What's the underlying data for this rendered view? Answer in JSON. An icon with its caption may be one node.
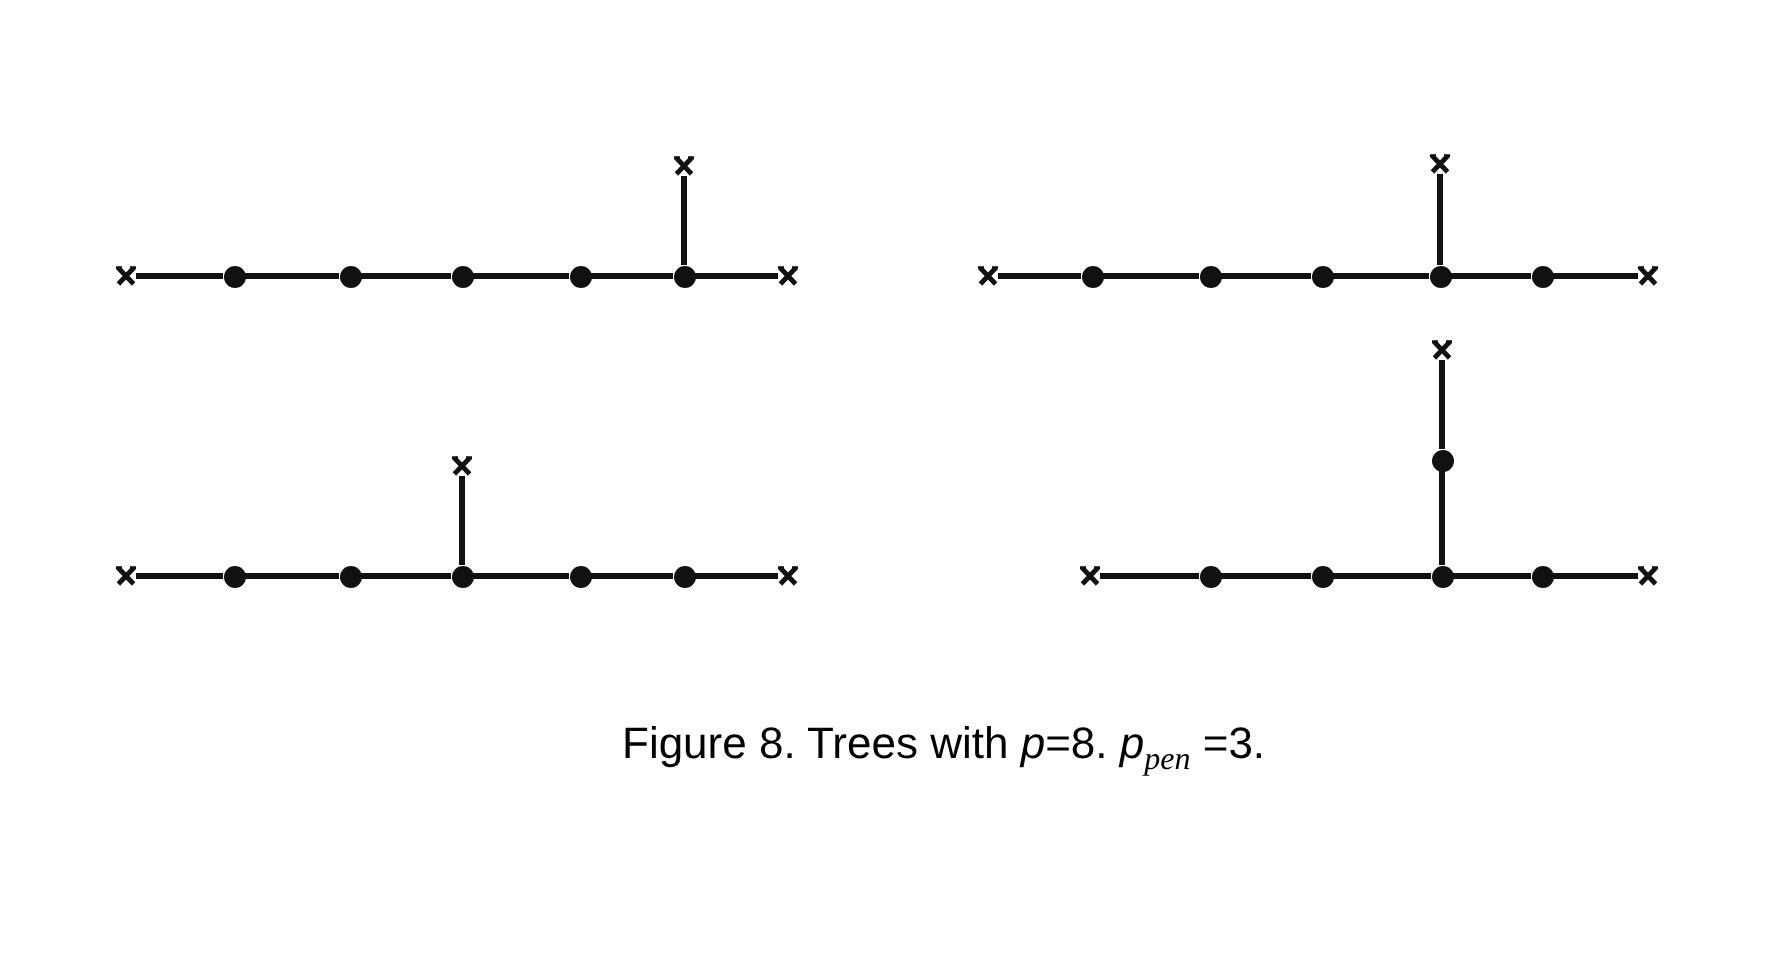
{
  "diagram": {
    "caption": "Figure 8. Trees with *p*=8. *p*$_{pen}$ =3.",
    "nodes": [
      {
        "text": [],
        "shape": "cross"
      },
      {
        "text": [],
        "shape": "circle"
      },
      {
        "text": [],
        "shape": "circle"
      },
      {
        "text": [],
        "shape": "circle"
      },
      {
        "text": [],
        "shape": "circle"
      },
      {
        "text": [],
        "shape": "circle"
      },
      {
        "text": [],
        "shape": "cross"
      },
      {
        "text": [],
        "shape": "cross"
      },
      {
        "text": [],
        "shape": "cross"
      },
      {
        "text": [],
        "shape": "circle"
      },
      {
        "text": [],
        "shape": "circle"
      },
      {
        "text": [],
        "shape": "circle"
      },
      {
        "text": [],
        "shape": "circle"
      },
      {
        "text": [],
        "shape": "circle"
      },
      {
        "text": [],
        "shape": "cross"
      },
      {
        "text": [],
        "shape": "cross"
      },
      {
        "text": [],
        "shape": "cross"
      },
      {
        "text": [],
        "shape": "circle"
      },
      {
        "text": [],
        "shape": "circle"
      },
      {
        "text": [],
        "shape": "circle"
      },
      {
        "text": [],
        "shape": "circle"
      },
      {
        "text": [],
        "shape": "circle"
      },
      {
        "text": [],
        "shape": "cross"
      },
      {
        "text": [],
        "shape": "cross"
      },
      {
        "text": [],
        "shape": "cross"
      },
      {
        "text": [],
        "shape": "circle"
      },
      {
        "text": [],
        "shape": "circle"
      },
      {
        "text": [],
        "shape": "circle"
      },
      {
        "text": [],
        "shape": "circle"
      },
      {
        "text": [],
        "shape": "cross"
      },
      {
        "text": [],
        "shape": "circle"
      },
      {
        "text": [],
        "shape": "cross"
      }
    ],
    "edges": [
      {
        "from": 0,
        "to": 1,
        "arrow": "none"
      },
      {
        "from": 1,
        "to": 2,
        "arrow": "none"
      },
      {
        "from": 2,
        "to": 3,
        "arrow": "none"
      },
      {
        "from": 3,
        "to": 4,
        "arrow": "none"
      },
      {
        "from": 4,
        "to": 5,
        "arrow": "none"
      },
      {
        "from": 5,
        "to": 6,
        "arrow": "none"
      },
      {
        "from": 5,
        "to": 7,
        "arrow": "none"
      },
      {
        "from": 8,
        "to": 9,
        "arrow": "none"
      },
      {
        "from": 9,
        "to": 10,
        "arrow": "none"
      },
      {
        "from": 10,
        "to": 11,
        "arrow": "none"
      },
      {
        "from": 11,
        "to": 12,
        "arrow": "none"
      },
      {
        "from": 12,
        "to": 13,
        "arrow": "none"
      },
      {
        "from": 13,
        "to": 14,
        "arrow": "none"
      },
      {
        "from": 12,
        "to": 15,
        "arrow": "none"
      },
      {
        "from": 16,
        "to": 17,
        "arrow": "none"
      },
      {
        "from": 17,
        "to": 18,
        "arrow": "none"
      },
      {
        "from": 18,
        "to": 19,
        "arrow": "none"
      },
      {
        "from": 19,
        "to": 20,
        "arrow": "none"
      },
      {
        "from": 20,
        "to": 21,
        "arrow": "none"
      },
      {
        "from": 21,
        "to": 22,
        "arrow": "none"
      },
      {
        "from": 19,
        "to": 23,
        "arrow": "none"
      },
      {
        "from": 24,
        "to": 25,
        "arrow": "none"
      },
      {
        "from": 25,
        "to": 26,
        "arrow": "none"
      },
      {
        "from": 26,
        "to": 27,
        "arrow": "none"
      },
      {
        "from": 27,
        "to": 28,
        "arrow": "none"
      },
      {
        "from": 28,
        "to": 29,
        "arrow": "none"
      },
      {
        "from": 27,
        "to": 30,
        "arrow": "none"
      },
      {
        "from": 30,
        "to": 31,
        "arrow": "none"
      }
    ]
  }
}
